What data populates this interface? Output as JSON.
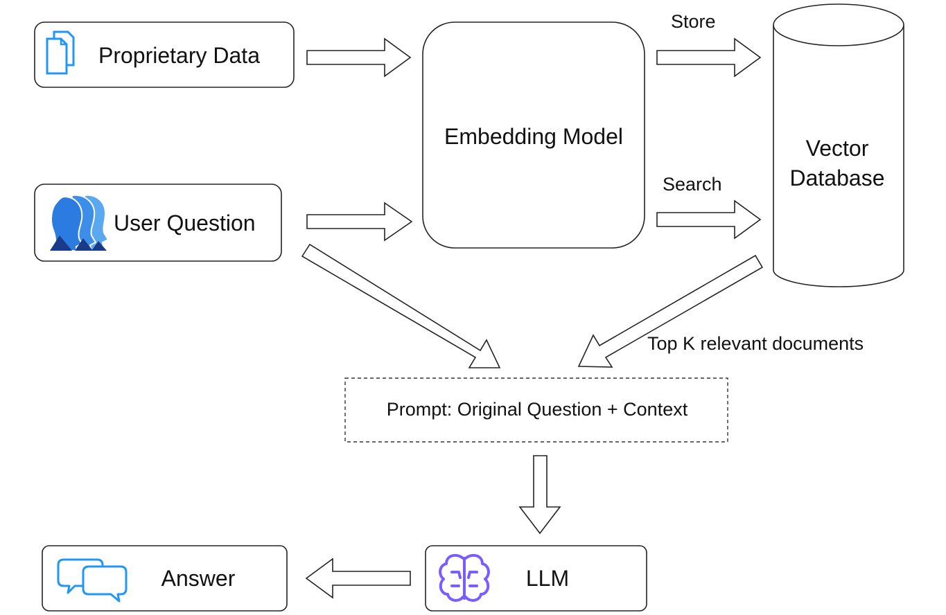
{
  "nodes": {
    "proprietary_data": {
      "label": "Proprietary Data",
      "icon": "documents-icon"
    },
    "user_question": {
      "label": "User Question",
      "icon": "users-icon"
    },
    "embedding_model": {
      "label": "Embedding Model"
    },
    "vector_database": {
      "label_line1": "Vector",
      "label_line2": "Database"
    },
    "prompt": {
      "label": "Prompt: Original Question + Context"
    },
    "llm": {
      "label": "LLM",
      "icon": "brain-icon"
    },
    "answer": {
      "label": "Answer",
      "icon": "chat-bubbles-icon"
    }
  },
  "edges": {
    "store": "Store",
    "search": "Search",
    "top_k": "Top K relevant documents"
  },
  "colors": {
    "outline": "#222222",
    "icon_blue": "#2196f3",
    "icon_navy": "#1a3a8a",
    "brain_purple": "#7b5cff"
  }
}
